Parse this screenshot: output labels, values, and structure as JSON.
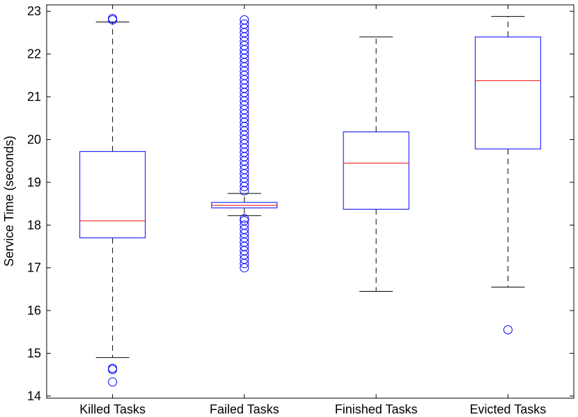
{
  "chart_data": {
    "type": "boxplot",
    "title": "",
    "xlabel": "",
    "ylabel": "Service Time (seconds)",
    "ylim": [
      13.95,
      23.15
    ],
    "yticks": [
      14,
      15,
      16,
      17,
      18,
      19,
      20,
      21,
      22,
      23
    ],
    "grid": false,
    "colors": {
      "box": "#0000ff",
      "median": "#ff0000",
      "whisker": "#000000",
      "outlier": "#0000ff",
      "axis": "#000000"
    },
    "categories": [
      "Killed Tasks",
      "Failed Tasks",
      "Finished Tasks",
      "Evicted Tasks"
    ],
    "boxes": [
      {
        "label": "Killed Tasks",
        "whisker_low": 14.9,
        "q1": 17.7,
        "median": 18.1,
        "q3": 19.72,
        "whisker_high": 22.75,
        "outliers": [
          14.33,
          14.62,
          14.65,
          22.8,
          22.83
        ]
      },
      {
        "label": "Failed Tasks",
        "whisker_low": 18.22,
        "q1": 18.4,
        "median": 18.46,
        "q3": 18.53,
        "whisker_high": 18.74,
        "outliers": [
          17.0,
          17.1,
          17.2,
          17.3,
          17.4,
          17.5,
          17.6,
          17.7,
          17.8,
          17.9,
          18.0,
          18.1,
          18.15,
          18.8,
          18.9,
          19.0,
          19.1,
          19.2,
          19.3,
          19.4,
          19.5,
          19.6,
          19.7,
          19.8,
          19.9,
          20.0,
          20.1,
          20.2,
          20.3,
          20.4,
          20.5,
          20.6,
          20.7,
          20.8,
          20.9,
          21.0,
          21.1,
          21.2,
          21.3,
          21.4,
          21.5,
          21.6,
          21.7,
          21.8,
          21.9,
          22.0,
          22.1,
          22.2,
          22.3,
          22.4,
          22.5,
          22.6,
          22.7,
          22.8
        ]
      },
      {
        "label": "Finished Tasks",
        "whisker_low": 16.45,
        "q1": 18.37,
        "median": 19.45,
        "q3": 20.18,
        "whisker_high": 22.4,
        "outliers": []
      },
      {
        "label": "Evicted Tasks",
        "whisker_low": 16.55,
        "q1": 19.78,
        "median": 21.38,
        "q3": 22.4,
        "whisker_high": 22.88,
        "outliers": [
          15.55
        ]
      }
    ]
  }
}
